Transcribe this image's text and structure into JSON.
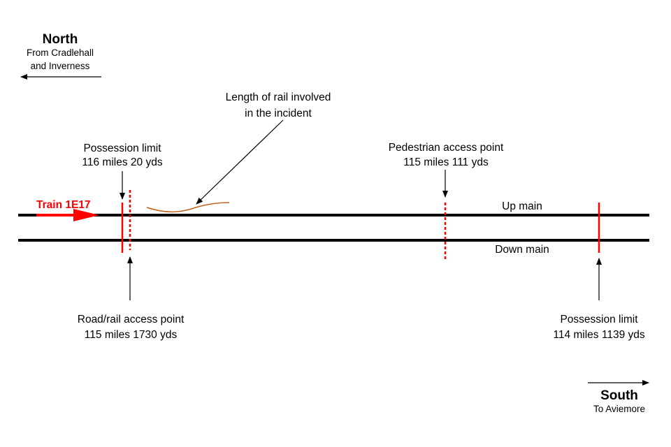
{
  "north": {
    "title": "North",
    "line1": "From Cradlehall",
    "line2": "and Inverness"
  },
  "south": {
    "title": "South",
    "line1": "To Aviemore"
  },
  "train": {
    "label": "Train 1E17",
    "color": "#ff0000"
  },
  "incident": {
    "line1": "Length of rail involved",
    "line2": "in the incident",
    "color": "#c0601a"
  },
  "possession_limit_north": {
    "line1": "Possession limit",
    "line2": "116 miles 20 yds"
  },
  "pedestrian_access": {
    "line1": "Pedestrian access point",
    "line2": "115 miles 111 yds"
  },
  "road_rail_access": {
    "line1": "Road/rail access point",
    "line2": "115 miles 1730 yds"
  },
  "possession_limit_south": {
    "line1": "Possession limit",
    "line2": "114 miles 1139 yds"
  },
  "tracks": {
    "up": "Up main",
    "down": "Down main"
  }
}
